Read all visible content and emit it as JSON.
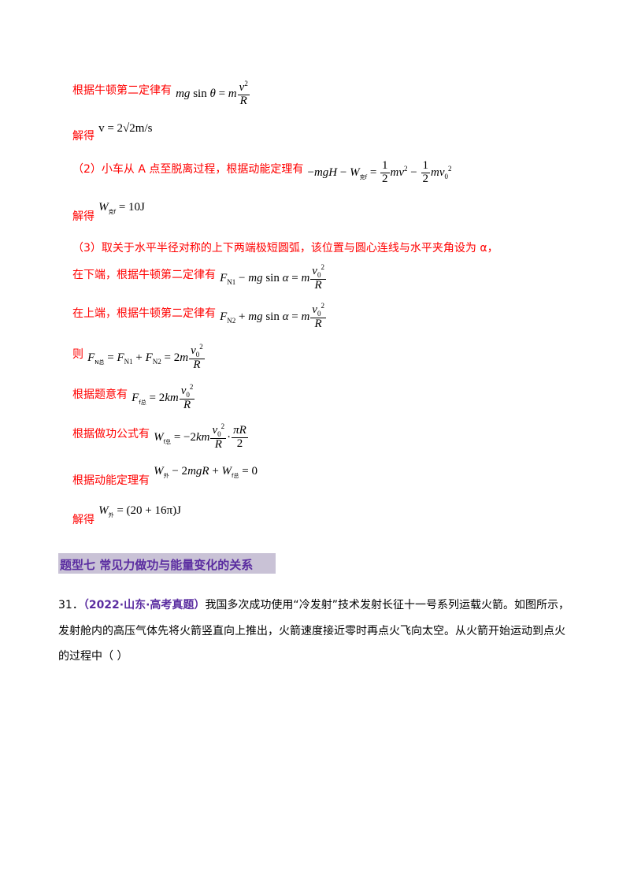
{
  "solution": {
    "l1_text": "根据牛顿第二定律有",
    "l2_text": "解得",
    "l2_value": "v = 2√2m/s",
    "l3_text": "（2）小车从 A 点至脱离过程，根据动能定理有",
    "l4_text": "解得",
    "l4_value": "= 10J",
    "l5_text": "（3）取关于水平半径对称的上下两端极短圆弧，该位置与圆心连线与水平夹角设为 α，",
    "l6_text": "在下端，根据牛顿第二定律有",
    "l7_text": "在上端，根据牛顿第二定律有",
    "l8_text": "则",
    "l9_text": "根据题意有",
    "l10_text": "根据做功公式有",
    "l11_text": "根据动能定理有",
    "l12_text": "解得",
    "l12_value": "= (20 + 16π)J"
  },
  "section": {
    "heading": "题型七  常见力做功与能量变化的关系"
  },
  "question": {
    "number": "31．",
    "source": "（2022·山东·高考真题）",
    "line1": "我国多次成功使用“冷发射”技术发射长征十一号系列运载火箭。如图所示，",
    "line2": "发射舱内的高压气体先将火箭竖直向上推出，火箭速度接近零时再点火飞向太空。从火箭开始运动到点火",
    "line3": "的过程中（    ）"
  }
}
